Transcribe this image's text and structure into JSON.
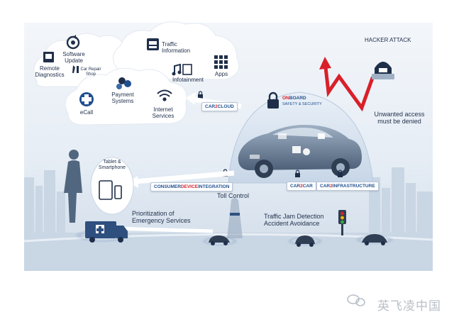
{
  "cloud_services": {
    "software_update": "Software\nUpdate",
    "remote_diagnostics": "Remote\nDiagnostics",
    "car_repair_shop": "Car Repair\nShop",
    "traffic_information": "Traffic\nInformation",
    "infotainment": "Infotainment",
    "apps": "Apps",
    "ecall": "eCall",
    "payment_systems": "Payment\nSystems",
    "internet_services": "Internet\nServices"
  },
  "connections": {
    "car2cloud": {
      "pre": "CAR",
      "hl": "2",
      "post": "CLOUD"
    },
    "onboard": {
      "hl": "ON",
      "post": "BOARD"
    },
    "onboard_sub": "SAFETY & SECURITY",
    "consumer_device": {
      "pre": "CONSUMER",
      "hl": "DEVICE",
      "post": "INTEGRATION"
    },
    "car2car": {
      "pre": "CAR",
      "hl": "2",
      "post": "CAR"
    },
    "car2infrastructure": {
      "pre": "CAR",
      "hl": "2",
      "post": "INFRASTRUCTURE"
    }
  },
  "threats": {
    "hacker_attack": "HACKER ATTACK",
    "unwanted_access": "Unwanted access\nmust be denied"
  },
  "scene": {
    "tablet_smartphone": "Tablet &\nSmartphone",
    "toll_control": "Toll Control",
    "emergency": "Prioritization of\nEmergency Services",
    "traffic_jam": "Traffic Jam Detection\nAccident Avoidance"
  },
  "watermark": "英飞凌中国",
  "colors": {
    "brand_blue": "#1f4f8f",
    "accent_red": "#d9202a",
    "sky": "#dfe8f2",
    "road": "#c9d6e4"
  }
}
